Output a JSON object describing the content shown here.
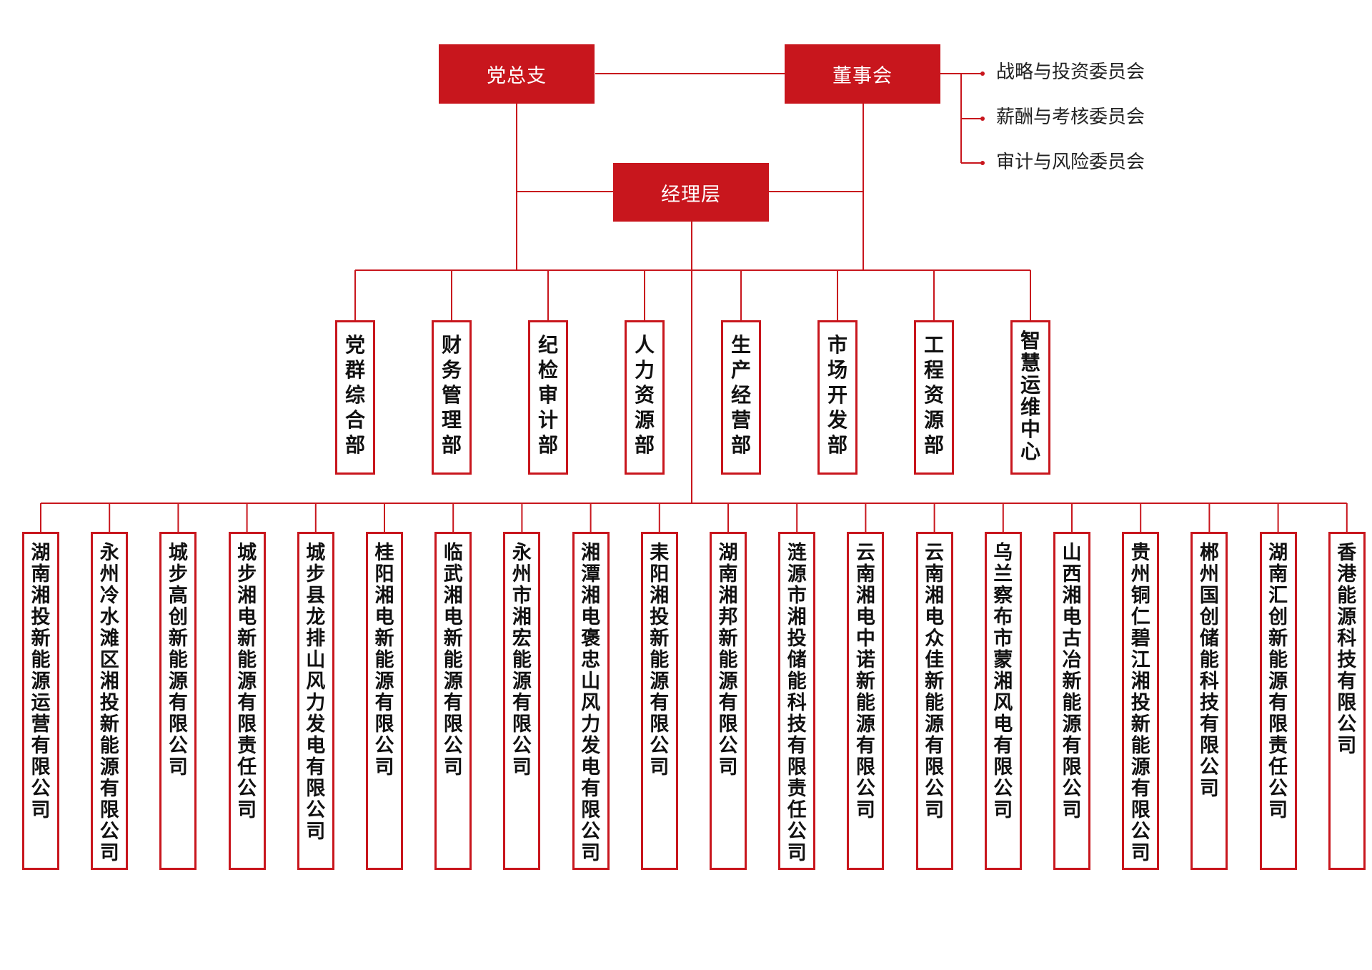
{
  "top": {
    "party": "党总支",
    "board": "董事会",
    "management": "经理层"
  },
  "committees": [
    "战略与投资委员会",
    "薪酬与考核委员会",
    "审计与风险委员会"
  ],
  "departments": [
    "党群综合部",
    "财务管理部",
    "纪检审计部",
    "人力资源部",
    "生产经营部",
    "市场开发部",
    "工程资源部",
    "智慧运维中心"
  ],
  "companies": [
    "湖南湘投新能源运营有限公司",
    "永州冷水滩区湘投新能源有限公司",
    "城步高创新能源有限公司",
    "城步湘电新能源有限责任公司",
    "城步县龙排山风力发电有限公司",
    "桂阳湘电新能源有限公司",
    "临武湘电新能源有限公司",
    "永州市湘宏能源有限公司",
    "湘潭湘电褒忠山风力发电有限公司",
    "耒阳湘投新能源有限公司",
    "湖南湘邦新能源有限公司",
    "涟源市湘投储能科技有限责任公司",
    "云南湘电中诺新能源有限公司",
    "云南湘电众佳新能源有限公司",
    "乌兰察布市蒙湘风电有限公司",
    "山西湘电古冶新能源有限公司",
    "贵州铜仁碧江湘投新能源有限公司",
    "郴州国创储能科技有限公司",
    "湖南汇创新能源有限责任公司",
    "香港能源科技有限公司"
  ],
  "colors": {
    "accent": "#c8161d",
    "text": "#111111"
  }
}
